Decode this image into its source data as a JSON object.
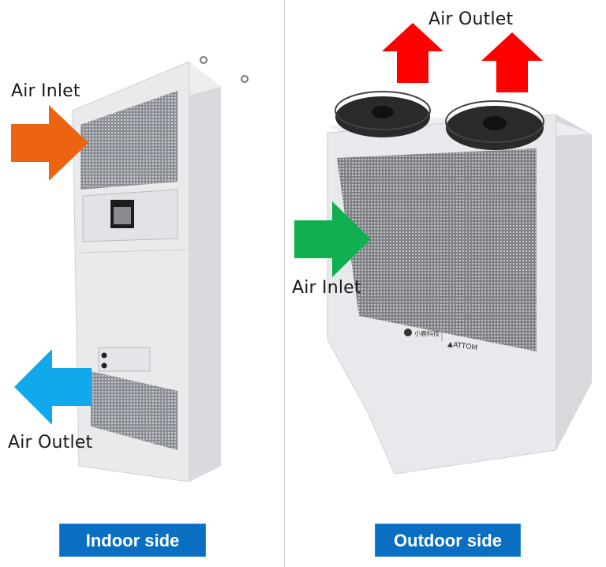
{
  "panels": {
    "indoor": {
      "title": "Indoor side",
      "labels": {
        "inlet": "Air Inlet",
        "outlet": "Air Outlet"
      },
      "arrows": {
        "inlet": {
          "direction": "right",
          "color": "#ec6411"
        },
        "outlet": {
          "direction": "left",
          "color": "#12a9ec"
        }
      }
    },
    "outdoor": {
      "title": "Outdoor side",
      "labels": {
        "inlet": "Air Inlet",
        "outlet": "Air Outlet"
      },
      "arrows": {
        "inlet": {
          "direction": "right",
          "color": "#10b04f"
        },
        "outlet": {
          "direction": "up",
          "count": 2,
          "color": "#ff0000"
        }
      },
      "brand": {
        "logo_text": "小鹿科技",
        "name": "ATTOM"
      }
    }
  },
  "colors": {
    "badge_bg": "#0a6fc2",
    "divider": "#c8c8c8",
    "cabinet": "#e6e7ea"
  }
}
